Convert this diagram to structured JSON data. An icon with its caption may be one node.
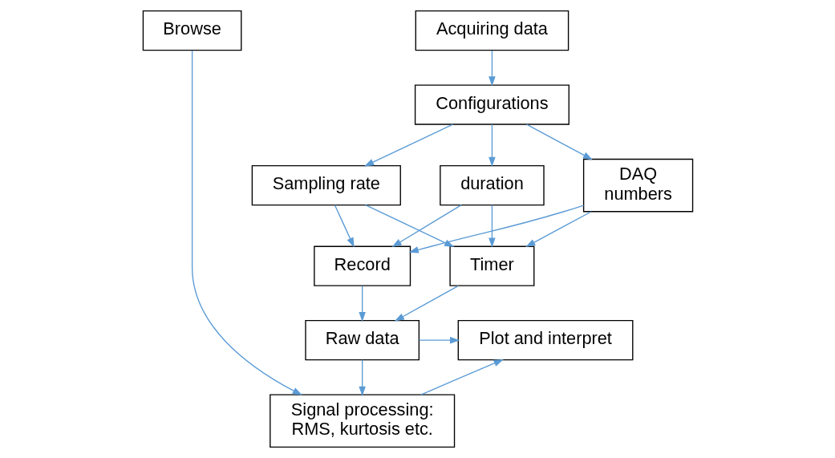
{
  "diagram": {
    "nodes": [
      {
        "text": [
          "Acquiring data"
        ]
      },
      {
        "text": [
          "Configurations"
        ]
      },
      {
        "text": [
          "Sampling rate"
        ]
      },
      {
        "text": [
          "duration"
        ]
      },
      {
        "text": [
          "DAQ numbers"
        ]
      },
      {
        "text": [
          "Browse"
        ]
      },
      {
        "text": [
          "Signal processing: RMS, kurtosis etc."
        ]
      },
      {
        "text": [
          "Record"
        ]
      },
      {
        "text": [
          "Timer"
        ]
      },
      {
        "text": [
          "Raw data"
        ]
      },
      {
        "text": [
          "Plot and interpret"
        ]
      }
    ],
    "edges": [
      {
        "from": 0,
        "to": 1,
        "arrow": "to"
      },
      {
        "from": 1,
        "to": 2,
        "arrow": "to"
      },
      {
        "from": 1,
        "to": 3,
        "arrow": "to"
      },
      {
        "from": 1,
        "to": 4,
        "arrow": "to"
      },
      {
        "from": 2,
        "to": 7,
        "arrow": "to"
      },
      {
        "from": 2,
        "to": 8,
        "arrow": "to"
      },
      {
        "from": 3,
        "to": 7,
        "arrow": "to"
      },
      {
        "from": 3,
        "to": 8,
        "arrow": "to"
      },
      {
        "from": 4,
        "to": 7,
        "arrow": "to"
      },
      {
        "from": 4,
        "to": 8,
        "arrow": "to"
      },
      {
        "from": 7,
        "to": 9,
        "arrow": "to"
      },
      {
        "from": 8,
        "to": 9,
        "arrow": "to"
      },
      {
        "from": 9,
        "to": 10,
        "arrow": "to"
      },
      {
        "from": 9,
        "to": 6,
        "arrow": "to"
      },
      {
        "from": 5,
        "to": 6,
        "arrow": "to"
      },
      {
        "from": 6,
        "to": 10,
        "arrow": "to"
      }
    ]
  }
}
